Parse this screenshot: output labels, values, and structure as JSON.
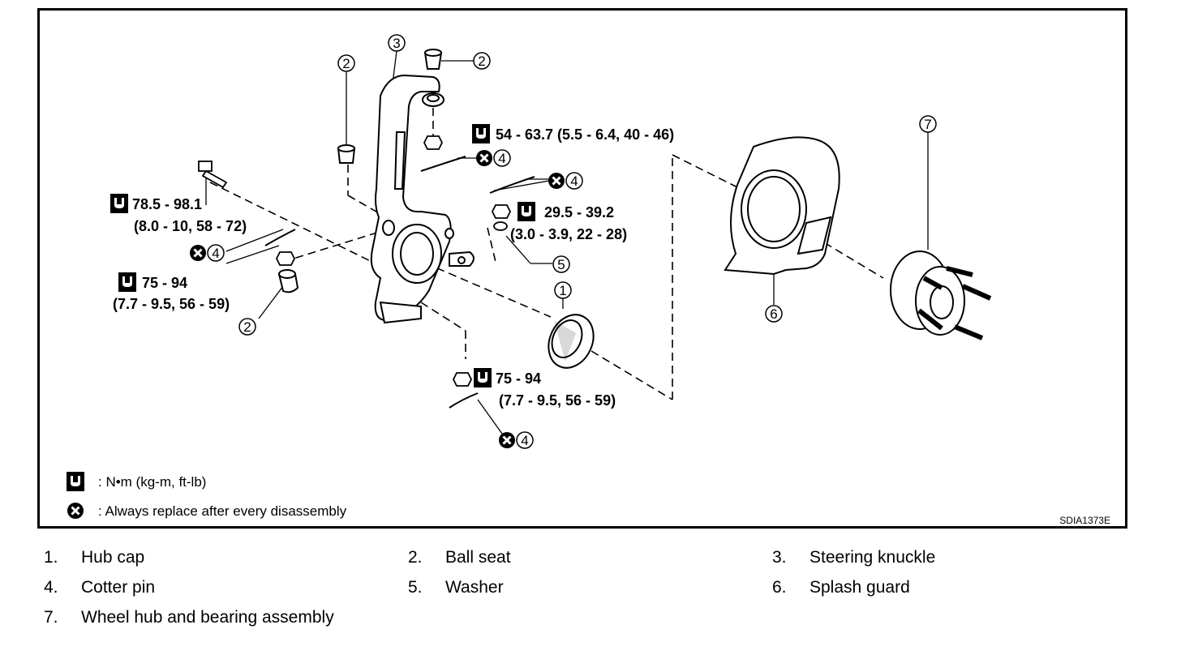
{
  "diagram": {
    "callouts": {
      "c1": "1",
      "c2a": "2",
      "c2b": "2",
      "c2c": "2",
      "c3": "3",
      "c4a": "4",
      "c4b": "4",
      "c4c": "4",
      "c4d": "4",
      "c5": "5",
      "c6": "6",
      "c7": "7"
    },
    "torques": {
      "t1": {
        "line1": "54 - 63.7 (5.5 - 6.4, 40 - 46)"
      },
      "t2": {
        "line1": "78.5 - 98.1",
        "line2": "(8.0 - 10, 58 - 72)"
      },
      "t3": {
        "line1": "29.5 - 39.2",
        "line2": "(3.0 - 3.9, 22 - 28)"
      },
      "t4": {
        "line1": "75 - 94",
        "line2": "(7.7 - 9.5, 56 - 59)"
      },
      "t5": {
        "line1": "75 - 94",
        "line2": "(7.7 - 9.5, 56 - 59)"
      }
    },
    "legend": {
      "torque_unit": ":  N•m  (kg-m,  ft-lb)",
      "replace_note": ": Always replace after every disassembly"
    },
    "code": "SDIA1373E"
  },
  "parts": [
    {
      "num": "1.",
      "name": "Hub cap"
    },
    {
      "num": "2.",
      "name": "Ball seat"
    },
    {
      "num": "3.",
      "name": "Steering knuckle"
    },
    {
      "num": "4.",
      "name": "Cotter pin"
    },
    {
      "num": "5.",
      "name": "Washer"
    },
    {
      "num": "6.",
      "name": "Splash guard"
    },
    {
      "num": "7.",
      "name": "Wheel hub and bearing assembly"
    }
  ]
}
